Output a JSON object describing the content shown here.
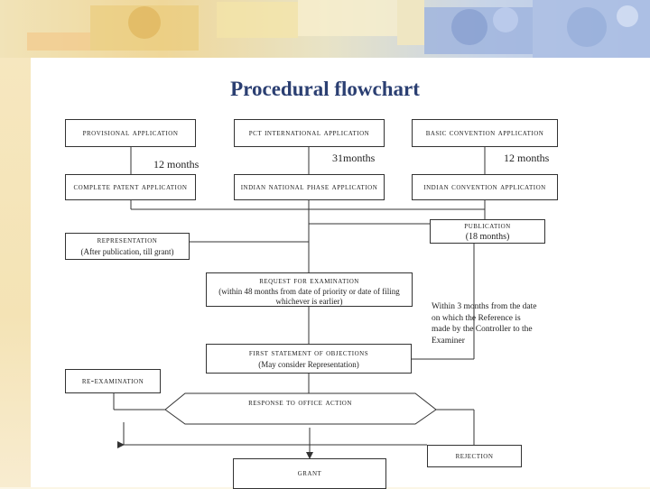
{
  "title": "Procedural flowchart",
  "colors": {
    "title": "#2b3f72",
    "line": "#333333",
    "background": "#ffffff"
  },
  "boxes": {
    "provisional": "PROVISIONAL APPLICATION",
    "pct": "PCT INTERNATIONAL APPLICATION",
    "basic": "BASIC CONVENTION APPLICATION",
    "complete": "COMPLETE PATENT APPLICATION",
    "indian_national": "INDIAN NATIONAL PHASE APPLICATION",
    "indian_convention": "INDIAN CONVENTION APPLICATION",
    "publication": "PUBLICATION",
    "publication_note": "(18 months)",
    "representation": "REPRESENTATION",
    "representation_note": "(After publication, till grant)",
    "request": "REQUEST FOR EXAMINATION",
    "request_note": "(within 48 months from date of priority or date of filing whichever is earlier)",
    "within_note": "Within 3 months from the date on which the Reference is made by the Controller to the Examiner",
    "fso": "FIRST STATEMENT OF OBJECTIONS",
    "fso_note": "(May consider Representation)",
    "reexam": "RE-EXAMINATION",
    "response": "RESPONSE TO OFFICE ACTION",
    "rejection": "REJECTION",
    "grant": "GRANT"
  },
  "labels": {
    "m12_left": "12 months",
    "m31": "31months",
    "m12_right": "12 months"
  }
}
